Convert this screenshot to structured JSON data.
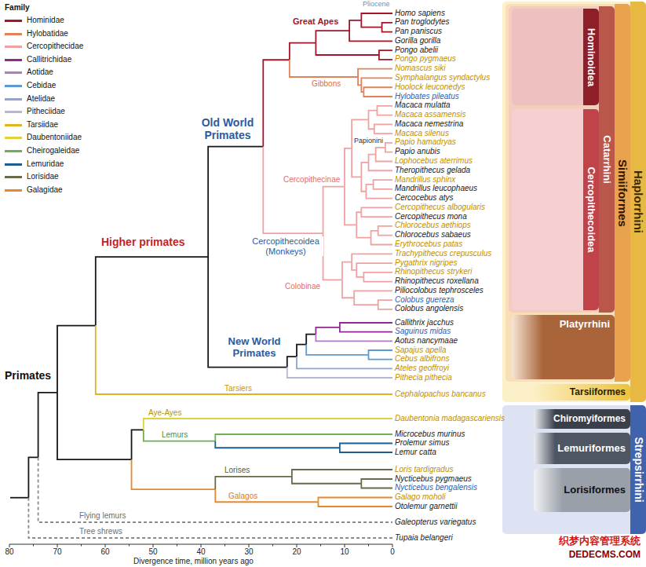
{
  "diagram": {
    "nodes": [
      {
        "text": [
          "Haplorrhini"
        ]
      },
      {
        "text": [
          "Simiiformes"
        ],
        "in": 0
      },
      {
        "text": [
          "Catarrhini"
        ],
        "in": 1
      },
      {
        "text": [
          "Hominoidea"
        ],
        "in": 2
      },
      {
        "text": [
          "Cercopithecoidea"
        ],
        "in": 2
      },
      {
        "text": [
          "Platyrrhini"
        ],
        "in": 1
      },
      {
        "text": [
          "Tarsiiformes"
        ],
        "in": 0
      },
      {
        "text": [
          "Strepsirrhini"
        ]
      },
      {
        "text": [
          "Chiromyiformes"
        ],
        "in": 7
      },
      {
        "text": [
          "Lemuriformes"
        ],
        "in": 7
      },
      {
        "text": [
          "Lorisiformes"
        ],
        "in": 7
      }
    ],
    "labels": [
      "Homo sapiens",
      "Pan troglodytes",
      "Pan paniscus",
      "Gorilla gorilla",
      "Pongo abelii",
      "Pongo pygmaeus",
      "Nomascus siki",
      "Symphalangus syndactylus",
      "Hoolock leuconedys",
      "Hylobates pileatus",
      "Macaca mulatta",
      "Macaca assamensis",
      "Macaca nemestrina",
      "Macaca silenus",
      "Papio hamadryas",
      "Papio anubis",
      "Lophocebus aterrimus",
      "Theropithecus gelada",
      "Mandrillus sphinx",
      "Mandrillus leucophaeus",
      "Cercocebus atys",
      "Cercopithecus albogularis",
      "Cercopithecus mona",
      "Chlorocebus aethiops",
      "Chlorocebus sabaeus",
      "Erythrocebus patas",
      "Trachypithecus crepusculus",
      "Pygathrix nigripes",
      "Rhinopithecus strykeri",
      "Rhinopithecus roxellana",
      "Piliocolobus tephrosceles",
      "Colobus guereza",
      "Colobus angolensis",
      "Callithrix jacchus",
      "Saguinus midas",
      "Aotus nancymaae",
      "Sapajus apella",
      "Cebus albifrons",
      "Ateles geoffroyi",
      "Pithecia pithecia",
      "Cephalopachus bancanus",
      "Daubentonia madagascariensis",
      "Microcebus murinus",
      "Prolemur simus",
      "Lemur catta",
      "Loris tardigradus",
      "Nycticebus pygmaeus",
      "Nycticebus bengalensis",
      "Galago moholi",
      "Otolemur garnettii",
      "Galeopterus variegatus",
      "Tupaia belangeri",
      "Pliocene",
      "Great Apes",
      "Gibbons",
      "Old World Primates",
      "Papionini",
      "Higher primates",
      "Cercopithecinae",
      "Cercopithecoidea (Monkeys)",
      "Colobinae",
      "New World Primates",
      "Primates",
      "Tarsiers",
      "Aye-Ayes",
      "Lemurs",
      "Lorises",
      "Galagos",
      "Flying lemurs",
      "Tree shrews",
      "80",
      "70",
      "60",
      "50",
      "40",
      "30",
      "20",
      "10",
      "0",
      "Divergence time, million years ago",
      "Family",
      "织梦内容管理系统",
      "DEDECMS.COM"
    ],
    "legend": [
      {
        "text": "Hominidae",
        "color": "#a3162a"
      },
      {
        "text": "Hylobatidae",
        "color": "#e0825a"
      },
      {
        "text": "Cercopithecidae",
        "color": "#f0a2a2"
      },
      {
        "text": "Callitrichidae",
        "color": "#8e2b91"
      },
      {
        "text": "Aotidae",
        "color": "#b07cc6"
      },
      {
        "text": "Cebidae",
        "color": "#5b9bd5"
      },
      {
        "text": "Atelidae",
        "color": "#8fa3d6"
      },
      {
        "text": "Pitheciidae",
        "color": "#b5b9d6"
      },
      {
        "text": "Tarsiidae",
        "color": "#e3b21f"
      },
      {
        "text": "Daubentoniidae",
        "color": "#dfd23f"
      },
      {
        "text": "Cheirogaleidae",
        "color": "#6fae55"
      },
      {
        "text": "Lemuridae",
        "color": "#1d5d8f"
      },
      {
        "text": "Lorisidae",
        "color": "#6a6a48"
      },
      {
        "text": "Galagidae",
        "color": "#e58a2a"
      }
    ]
  }
}
